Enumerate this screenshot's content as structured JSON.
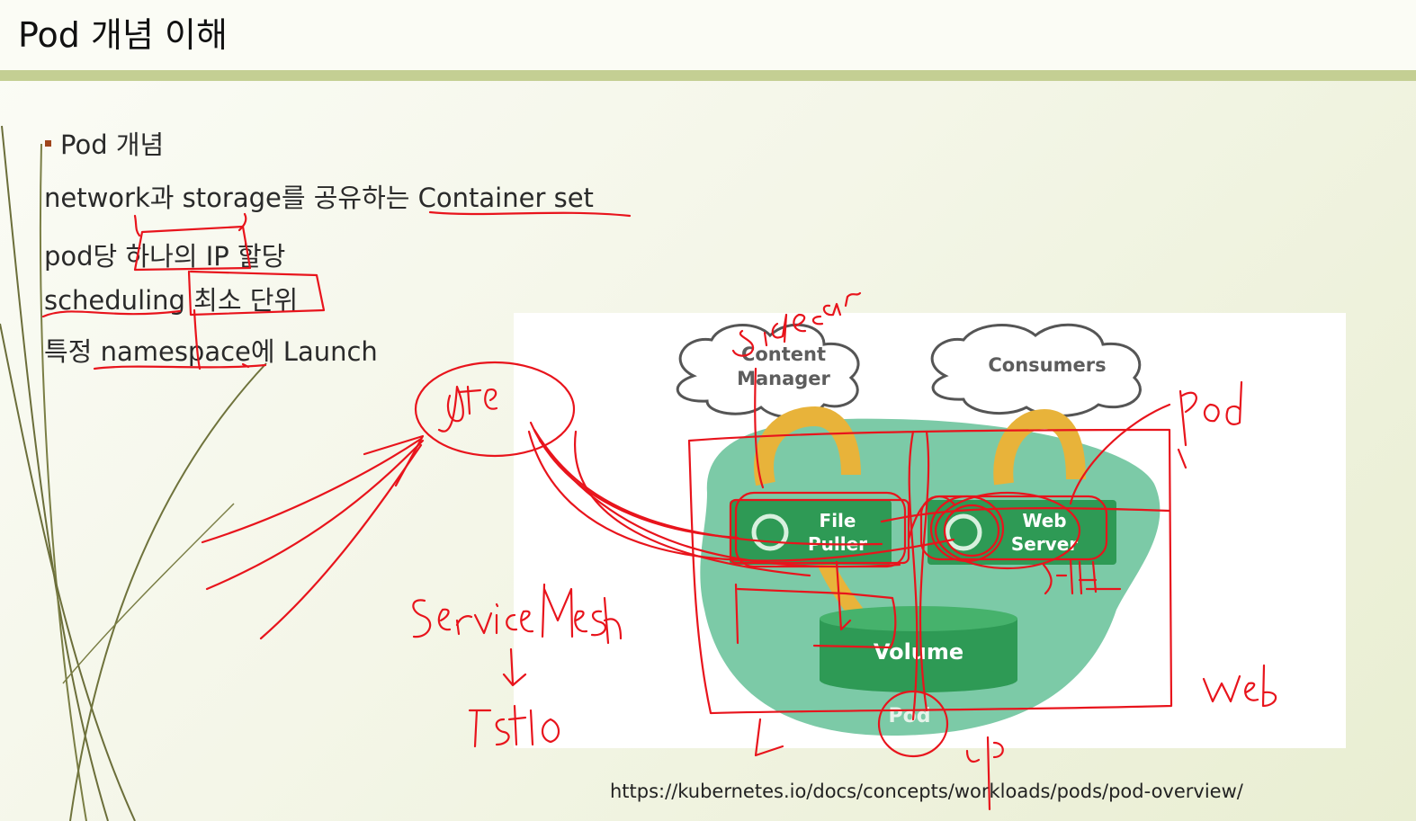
{
  "title": "Pod 개념 이해",
  "bullet": "Pod 개념",
  "lines": [
    "network과 storage를 공유하는 Container set",
    "pod당 하나의 IP 할당",
    "scheduling 최소 단위",
    "특정 namespace에 Launch"
  ],
  "diagram": {
    "cloud_left": [
      "Content",
      "Manager"
    ],
    "cloud_right": "Consumers",
    "box_left": [
      "File",
      "Puller"
    ],
    "box_right": [
      "Web",
      "Server"
    ],
    "volume": "Volume",
    "pod": "Pod"
  },
  "source_url": "https://kubernetes.io/docs/concepts/workloads/pods/pod-overview/",
  "colors": {
    "band": "#c4cf93",
    "ink": "#e8141c",
    "pod_green": "#7ccaa7",
    "box_green": "#2e9a55",
    "arrow_gold": "#e8b33a"
  }
}
